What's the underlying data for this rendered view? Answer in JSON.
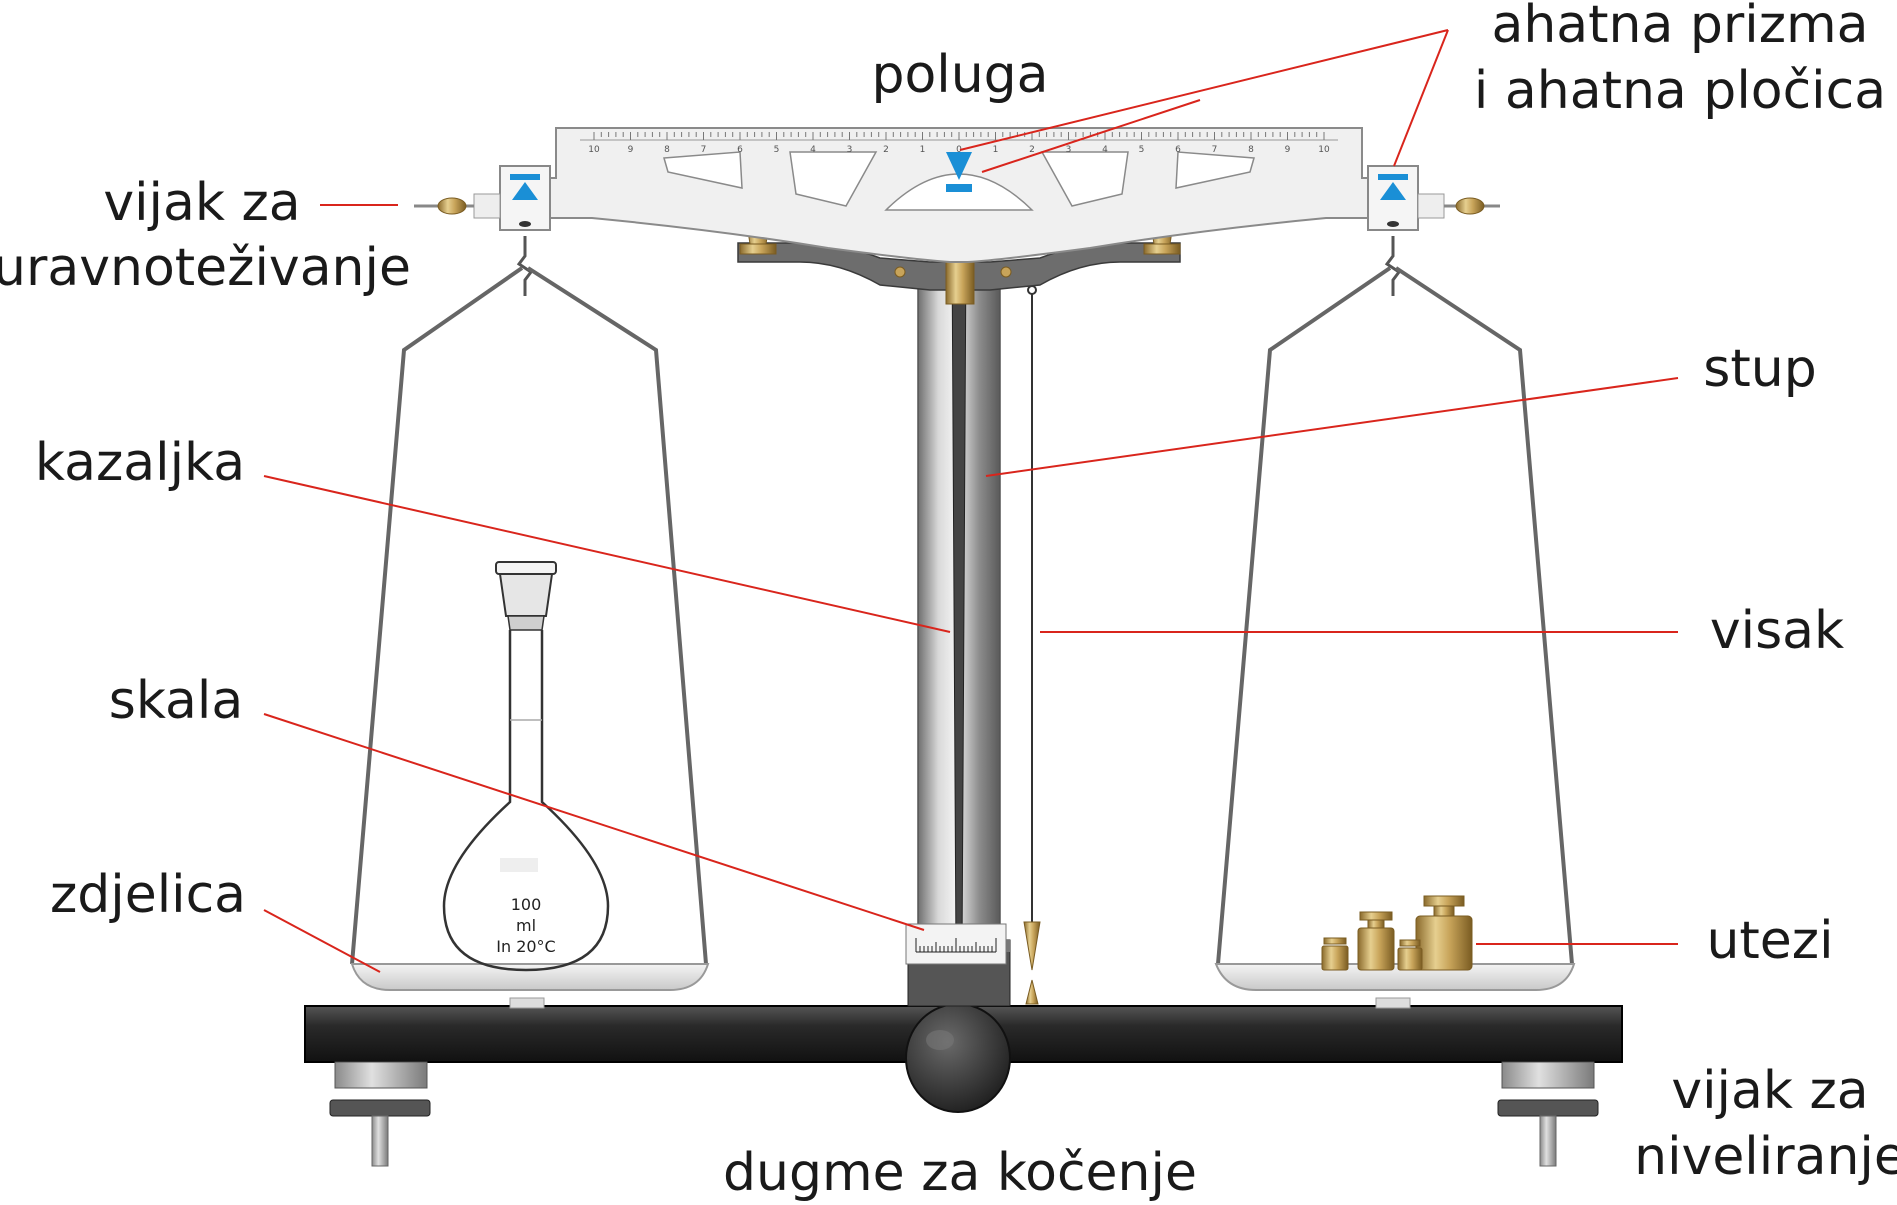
{
  "labels": {
    "poluga": "poluga",
    "ahatna_line1": "ahatna prizma",
    "ahatna_line2": "i ahatna pločica",
    "vijak_uravn_line1": "vijak za",
    "vijak_uravn_line2": "uravnoteživanje",
    "stup": "stup",
    "kazaljka": "kazaljka",
    "visak": "visak",
    "skala": "skala",
    "zdjelica": "zdjelica",
    "utezi": "utezi",
    "vijak_nivel_line1": "vijak za",
    "vijak_nivel_line2": "niveliranje",
    "dugme": "dugme za kočenje"
  },
  "beam_scale_numbers": [
    "10",
    "9",
    "8",
    "7",
    "6",
    "5",
    "4",
    "3",
    "2",
    "1",
    "0",
    "1",
    "2",
    "3",
    "4",
    "5",
    "6",
    "7",
    "8",
    "9",
    "10"
  ],
  "flask": {
    "volume": "100",
    "unit": "ml",
    "calibration": "In 20°C"
  },
  "colors": {
    "leader": "#d9251c",
    "prism_blue": "#1a8fd6",
    "brass": "#c8a45a",
    "base": "#2a2a2a"
  }
}
